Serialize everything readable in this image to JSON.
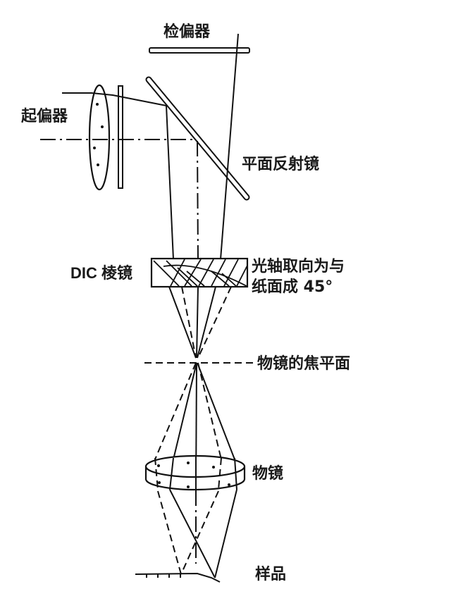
{
  "diagram": {
    "title": "DIC microscope optical path",
    "labels": {
      "analyzer": "检偏器",
      "polarizer": "起偏器",
      "plane_mirror": "平面反射镜",
      "dic_prism": "DIC 棱镜",
      "optic_axis_line1": "光轴取向为与",
      "optic_axis_line2": "纸面成 45°",
      "focal_plane": "物镜的焦平面",
      "objective": "物镜",
      "sample": "样品"
    },
    "colors": {
      "ink": "#111111",
      "background": "#ffffff"
    }
  }
}
